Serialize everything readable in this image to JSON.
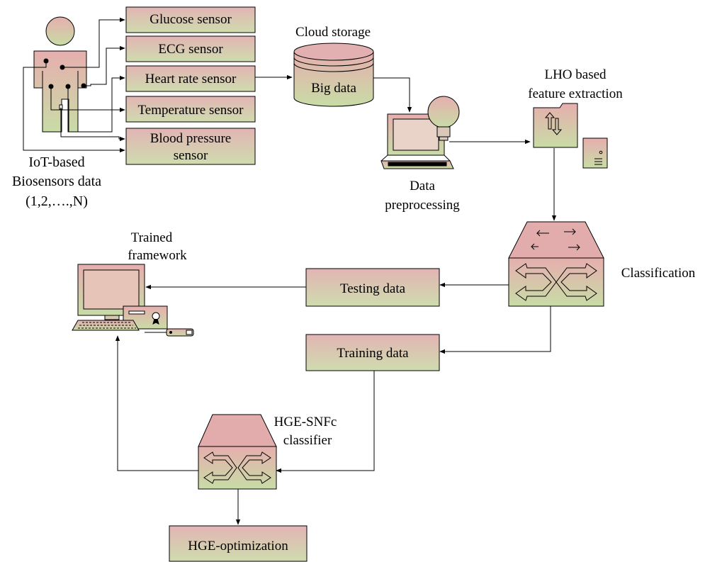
{
  "sensors": {
    "glucose": "Glucose sensor",
    "ecg": "ECG sensor",
    "heart_rate": "Heart rate sensor",
    "temperature": "Temperature sensor",
    "blood_pressure_l1": "Blood pressure",
    "blood_pressure_l2": "sensor"
  },
  "biosensors": {
    "line1": "IoT-based",
    "line2": "Biosensors data",
    "line3": "(1,2,….,N)"
  },
  "cloud": {
    "title": "Cloud storage",
    "label": "Big data"
  },
  "preprocessing": {
    "line1": "Data",
    "line2": "preprocessing"
  },
  "feature_extraction": {
    "line1": "LHO based",
    "line2": "feature extraction"
  },
  "classification": "Classification",
  "testing": "Testing data",
  "training": "Training data",
  "trained": {
    "line1": "Trained",
    "line2": "framework"
  },
  "classifier": {
    "line1": "HGE-SNFc",
    "line2": "classifier"
  },
  "optimization": "HGE-optimization",
  "colors": {
    "box_top": "#e4b0b0",
    "box_bottom": "#c8dca8",
    "stroke": "#000000"
  }
}
